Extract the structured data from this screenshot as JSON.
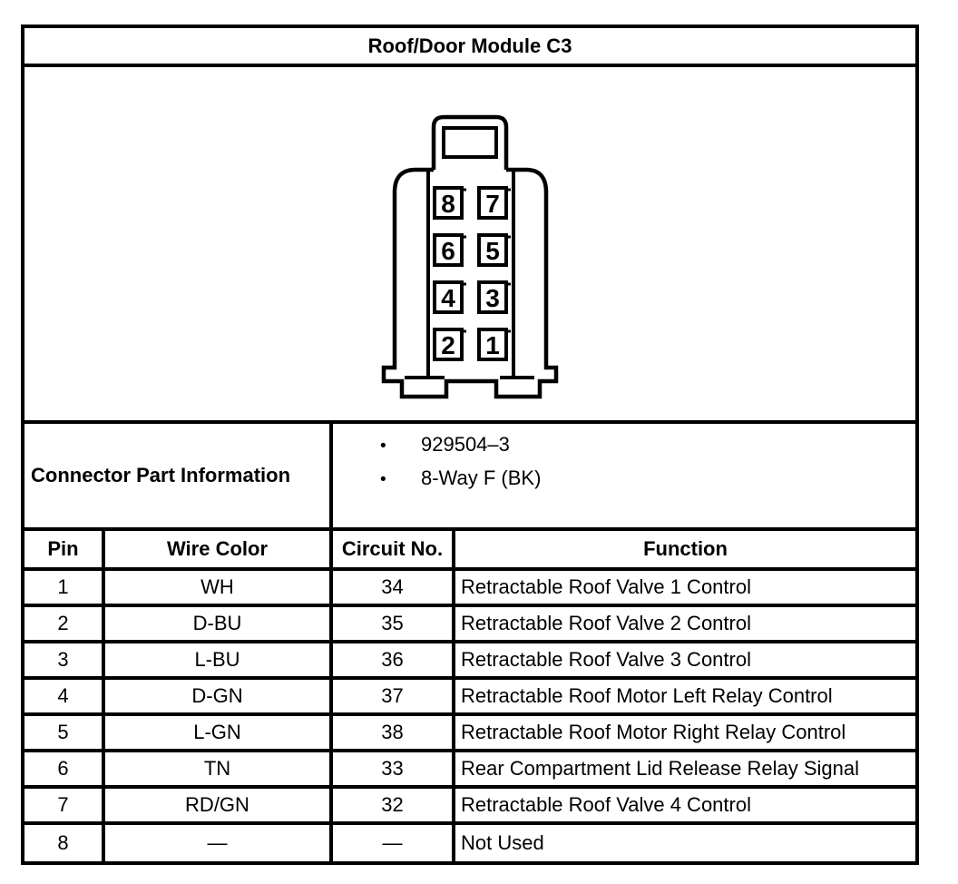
{
  "title": "Roof/Door Module C3",
  "colors": {
    "ink": "#000000",
    "paper": "#ffffff"
  },
  "connector": {
    "description": "8-way female connector, face view",
    "pins": [
      "8",
      "7",
      "6",
      "5",
      "4",
      "3",
      "2",
      "1"
    ]
  },
  "part_info": {
    "label": "Connector Part Information",
    "bullet_glyph": "•",
    "items": [
      "929504–3",
      "8-Way F (BK)"
    ]
  },
  "pin_table": {
    "headers": [
      "Pin",
      "Wire Color",
      "Circuit No.",
      "Function"
    ],
    "rows": [
      {
        "pin": "1",
        "wire_color": "WH",
        "circuit_no": "34",
        "function": "Retractable Roof Valve 1 Control"
      },
      {
        "pin": "2",
        "wire_color": "D-BU",
        "circuit_no": "35",
        "function": "Retractable Roof Valve 2 Control"
      },
      {
        "pin": "3",
        "wire_color": "L-BU",
        "circuit_no": "36",
        "function": "Retractable Roof Valve 3 Control"
      },
      {
        "pin": "4",
        "wire_color": "D-GN",
        "circuit_no": "37",
        "function": "Retractable Roof Motor Left Relay Control"
      },
      {
        "pin": "5",
        "wire_color": "L-GN",
        "circuit_no": "38",
        "function": "Retractable Roof Motor Right Relay Control"
      },
      {
        "pin": "6",
        "wire_color": "TN",
        "circuit_no": "33",
        "function": "Rear Compartment Lid Release Relay Signal"
      },
      {
        "pin": "7",
        "wire_color": "RD/GN",
        "circuit_no": "32",
        "function": "Retractable Roof Valve 4 Control"
      },
      {
        "pin": "8",
        "wire_color": "—",
        "circuit_no": "—",
        "function": "Not Used"
      }
    ]
  }
}
